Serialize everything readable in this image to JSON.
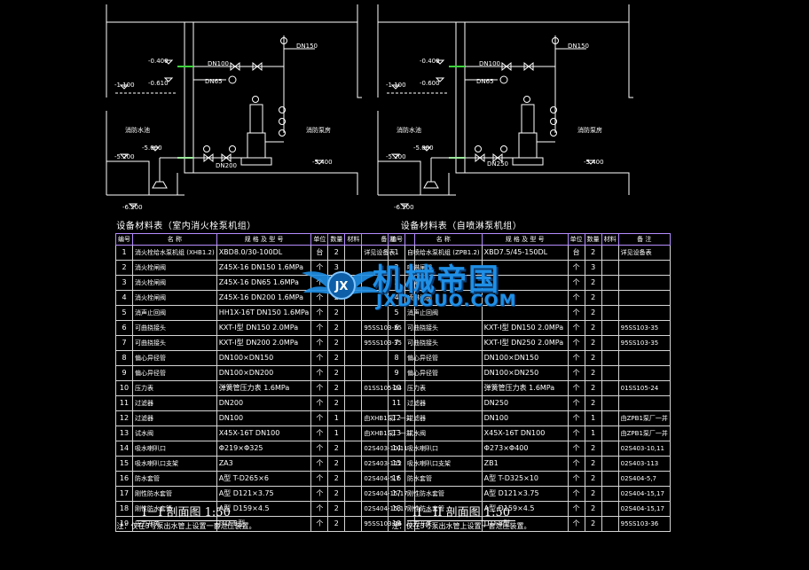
{
  "sections": [
    {
      "id": "left",
      "labels": {
        "pipe_dn150": "DN150",
        "pipe_dn100": "DN100",
        "pipe_dn65": "DN65",
        "pipe_dn200": "DN200",
        "level_400": "-0.400",
        "level_610": "-0.610",
        "level_100": "-1.100",
        "level_5000": "-5.000",
        "level_5200": "-5.200",
        "level_5400": "-5.400",
        "level_6200": "-6.200",
        "room_tank": "消防水池",
        "room_pump": "消防泵房"
      },
      "table_title": "设备材料表（室内消火栓泵机组）",
      "headers": [
        "编号",
        "名 称",
        "规 格 及 型 号",
        "单位",
        "数量",
        "材料",
        "备 注"
      ],
      "rows": [
        [
          "1",
          "消火栓给水泵机组 (XHB1.2)",
          "XBD8.0/30-100DL",
          "台",
          "2",
          "",
          "详见设备表"
        ],
        [
          "2",
          "消火栓闸阀",
          "Z45X-16 DN150 1.6MPa",
          "个",
          "3",
          "",
          ""
        ],
        [
          "3",
          "消火栓闸阀",
          "Z45X-16 DN65 1.6MPa",
          "个",
          "2",
          "",
          ""
        ],
        [
          "4",
          "消火栓闸阀",
          "Z45X-16 DN200 1.6MPa",
          "个",
          "2",
          "",
          ""
        ],
        [
          "5",
          "消声止回阀",
          "HH1X-16T DN150 1.6MPa",
          "个",
          "2",
          "",
          ""
        ],
        [
          "6",
          "可曲挠接头",
          "KXT-I型 DN150 2.0MPa",
          "个",
          "2",
          "",
          "95SS103-35"
        ],
        [
          "7",
          "可曲挠接头",
          "KXT-I型 DN200 2.0MPa",
          "个",
          "2",
          "",
          "95SS103-35"
        ],
        [
          "8",
          "偏心异径管",
          "DN100×DN150",
          "个",
          "2",
          "",
          ""
        ],
        [
          "9",
          "偏心异径管",
          "DN100×DN200",
          "个",
          "2",
          "",
          ""
        ],
        [
          "10",
          "压力表",
          "弹簧管压力表 1.6MPa",
          "个",
          "2",
          "",
          "01SS105-24"
        ],
        [
          "11",
          "过滤器",
          "DN200",
          "个",
          "2",
          "",
          ""
        ],
        [
          "12",
          "过滤器",
          "DN100",
          "个",
          "1",
          "",
          "由XHB1泵厂一并"
        ],
        [
          "13",
          "试水阀",
          "X45X-16T DN100",
          "个",
          "1",
          "",
          "由XHB1泵厂一并"
        ],
        [
          "14",
          "吸水喇叭口",
          "Φ219×Φ325",
          "个",
          "2",
          "",
          "02S403-10,11"
        ],
        [
          "15",
          "吸水喇叭口支架",
          "ZA3",
          "个",
          "2",
          "",
          "02S403-112"
        ],
        [
          "16",
          "防水套管",
          "A型 T-D265×6",
          "个",
          "2",
          "",
          "02S404-5,7"
        ],
        [
          "17",
          "刚性防水套管",
          "A型 D121×3.75",
          "个",
          "2",
          "",
          "02S404-15,17"
        ],
        [
          "18",
          "刚性防水套管",
          "A型 D159×4.5",
          "个",
          "2",
          "",
          "02S404-15,17"
        ],
        [
          "19",
          "压力开关",
          "JTD-8型",
          "个",
          "2",
          "",
          "95SS103-36"
        ]
      ],
      "section_title": "I－I 剖面图 1:50",
      "note": "注：仅在3号泵出水管上设置一套泄压装置。"
    },
    {
      "id": "right",
      "labels": {
        "pipe_dn150": "DN150",
        "pipe_dn100": "DN100",
        "pipe_dn65": "DN65",
        "pipe_dn250": "DN250",
        "level_400": "-0.400",
        "level_600": "-0.600",
        "level_100": "-1.100",
        "level_5000": "-5.000",
        "level_5200": "-5.200",
        "level_5400": "-5.400",
        "level_6200": "-6.200",
        "room_tank": "消防水池",
        "room_pump": "消防泵房"
      },
      "table_title": "设备材料表（自喷淋泵机组）",
      "headers": [
        "编号",
        "名 称",
        "规 格 及 型 号",
        "单位",
        "数量",
        "材料",
        "备 注"
      ],
      "rows": [
        [
          "1",
          "自喷给水泵机组 (ZPB1.2)",
          "XBD7.5/45-150DL",
          "台",
          "2",
          "",
          "详见设备表"
        ],
        [
          "2",
          "喷淋闸阀",
          "",
          "个",
          "3",
          "",
          ""
        ],
        [
          "3",
          "喷淋闸阀",
          "",
          "个",
          "2",
          "",
          ""
        ],
        [
          "4",
          "喷淋闸阀",
          "",
          "个",
          "2",
          "",
          ""
        ],
        [
          "5",
          "消声止回阀",
          "",
          "个",
          "2",
          "",
          ""
        ],
        [
          "6",
          "可曲挠接头",
          "KXT-I型 DN150 2.0MPa",
          "个",
          "2",
          "",
          "95SS103-35"
        ],
        [
          "7",
          "可曲挠接头",
          "KXT-I型 DN250 2.0MPa",
          "个",
          "2",
          "",
          "95SS103-35"
        ],
        [
          "8",
          "偏心异径管",
          "DN100×DN150",
          "个",
          "2",
          "",
          ""
        ],
        [
          "9",
          "偏心异径管",
          "DN100×DN250",
          "个",
          "2",
          "",
          ""
        ],
        [
          "10",
          "压力表",
          "弹簧管压力表 1.6MPa",
          "个",
          "2",
          "",
          "01SS105-24"
        ],
        [
          "11",
          "过滤器",
          "DN250",
          "个",
          "2",
          "",
          ""
        ],
        [
          "12",
          "过滤器",
          "DN100",
          "个",
          "1",
          "",
          "由ZPB1泵厂一并"
        ],
        [
          "13",
          "试水阀",
          "X45X-16T DN100",
          "个",
          "1",
          "",
          "由ZPB1泵厂一并"
        ],
        [
          "14",
          "吸水喇叭口",
          "Φ273×Φ400",
          "个",
          "2",
          "",
          "02S403-10,11"
        ],
        [
          "15",
          "吸水喇叭口支架",
          "ZB1",
          "个",
          "2",
          "",
          "02S403-113"
        ],
        [
          "16",
          "防水套管",
          "A型 T-D325×10",
          "个",
          "2",
          "",
          "02S404-5,7"
        ],
        [
          "17",
          "刚性防水套管",
          "A型 D121×3.75",
          "个",
          "2",
          "",
          "02S404-15,17"
        ],
        [
          "18",
          "刚性防水套管",
          "A型 D159×4.5",
          "个",
          "2",
          "",
          "02S404-15,17"
        ],
        [
          "19",
          "压力开关",
          "JTD-8型",
          "个",
          "2",
          "",
          "95SS103-36"
        ]
      ],
      "section_title": "II－II 剖面图 1:50",
      "note": "注：仅在3号泵出水管上设置一套泄压装置。"
    }
  ],
  "watermark": {
    "main": "机械帝国",
    "sub": "JXDIGUO.COM",
    "badge": "JX",
    "color": "#1f8fe6"
  },
  "colors": {
    "background": "#000000",
    "lines": "#ffffff",
    "pipe_green": "#3dd43d",
    "header_border": "#b48cff"
  }
}
